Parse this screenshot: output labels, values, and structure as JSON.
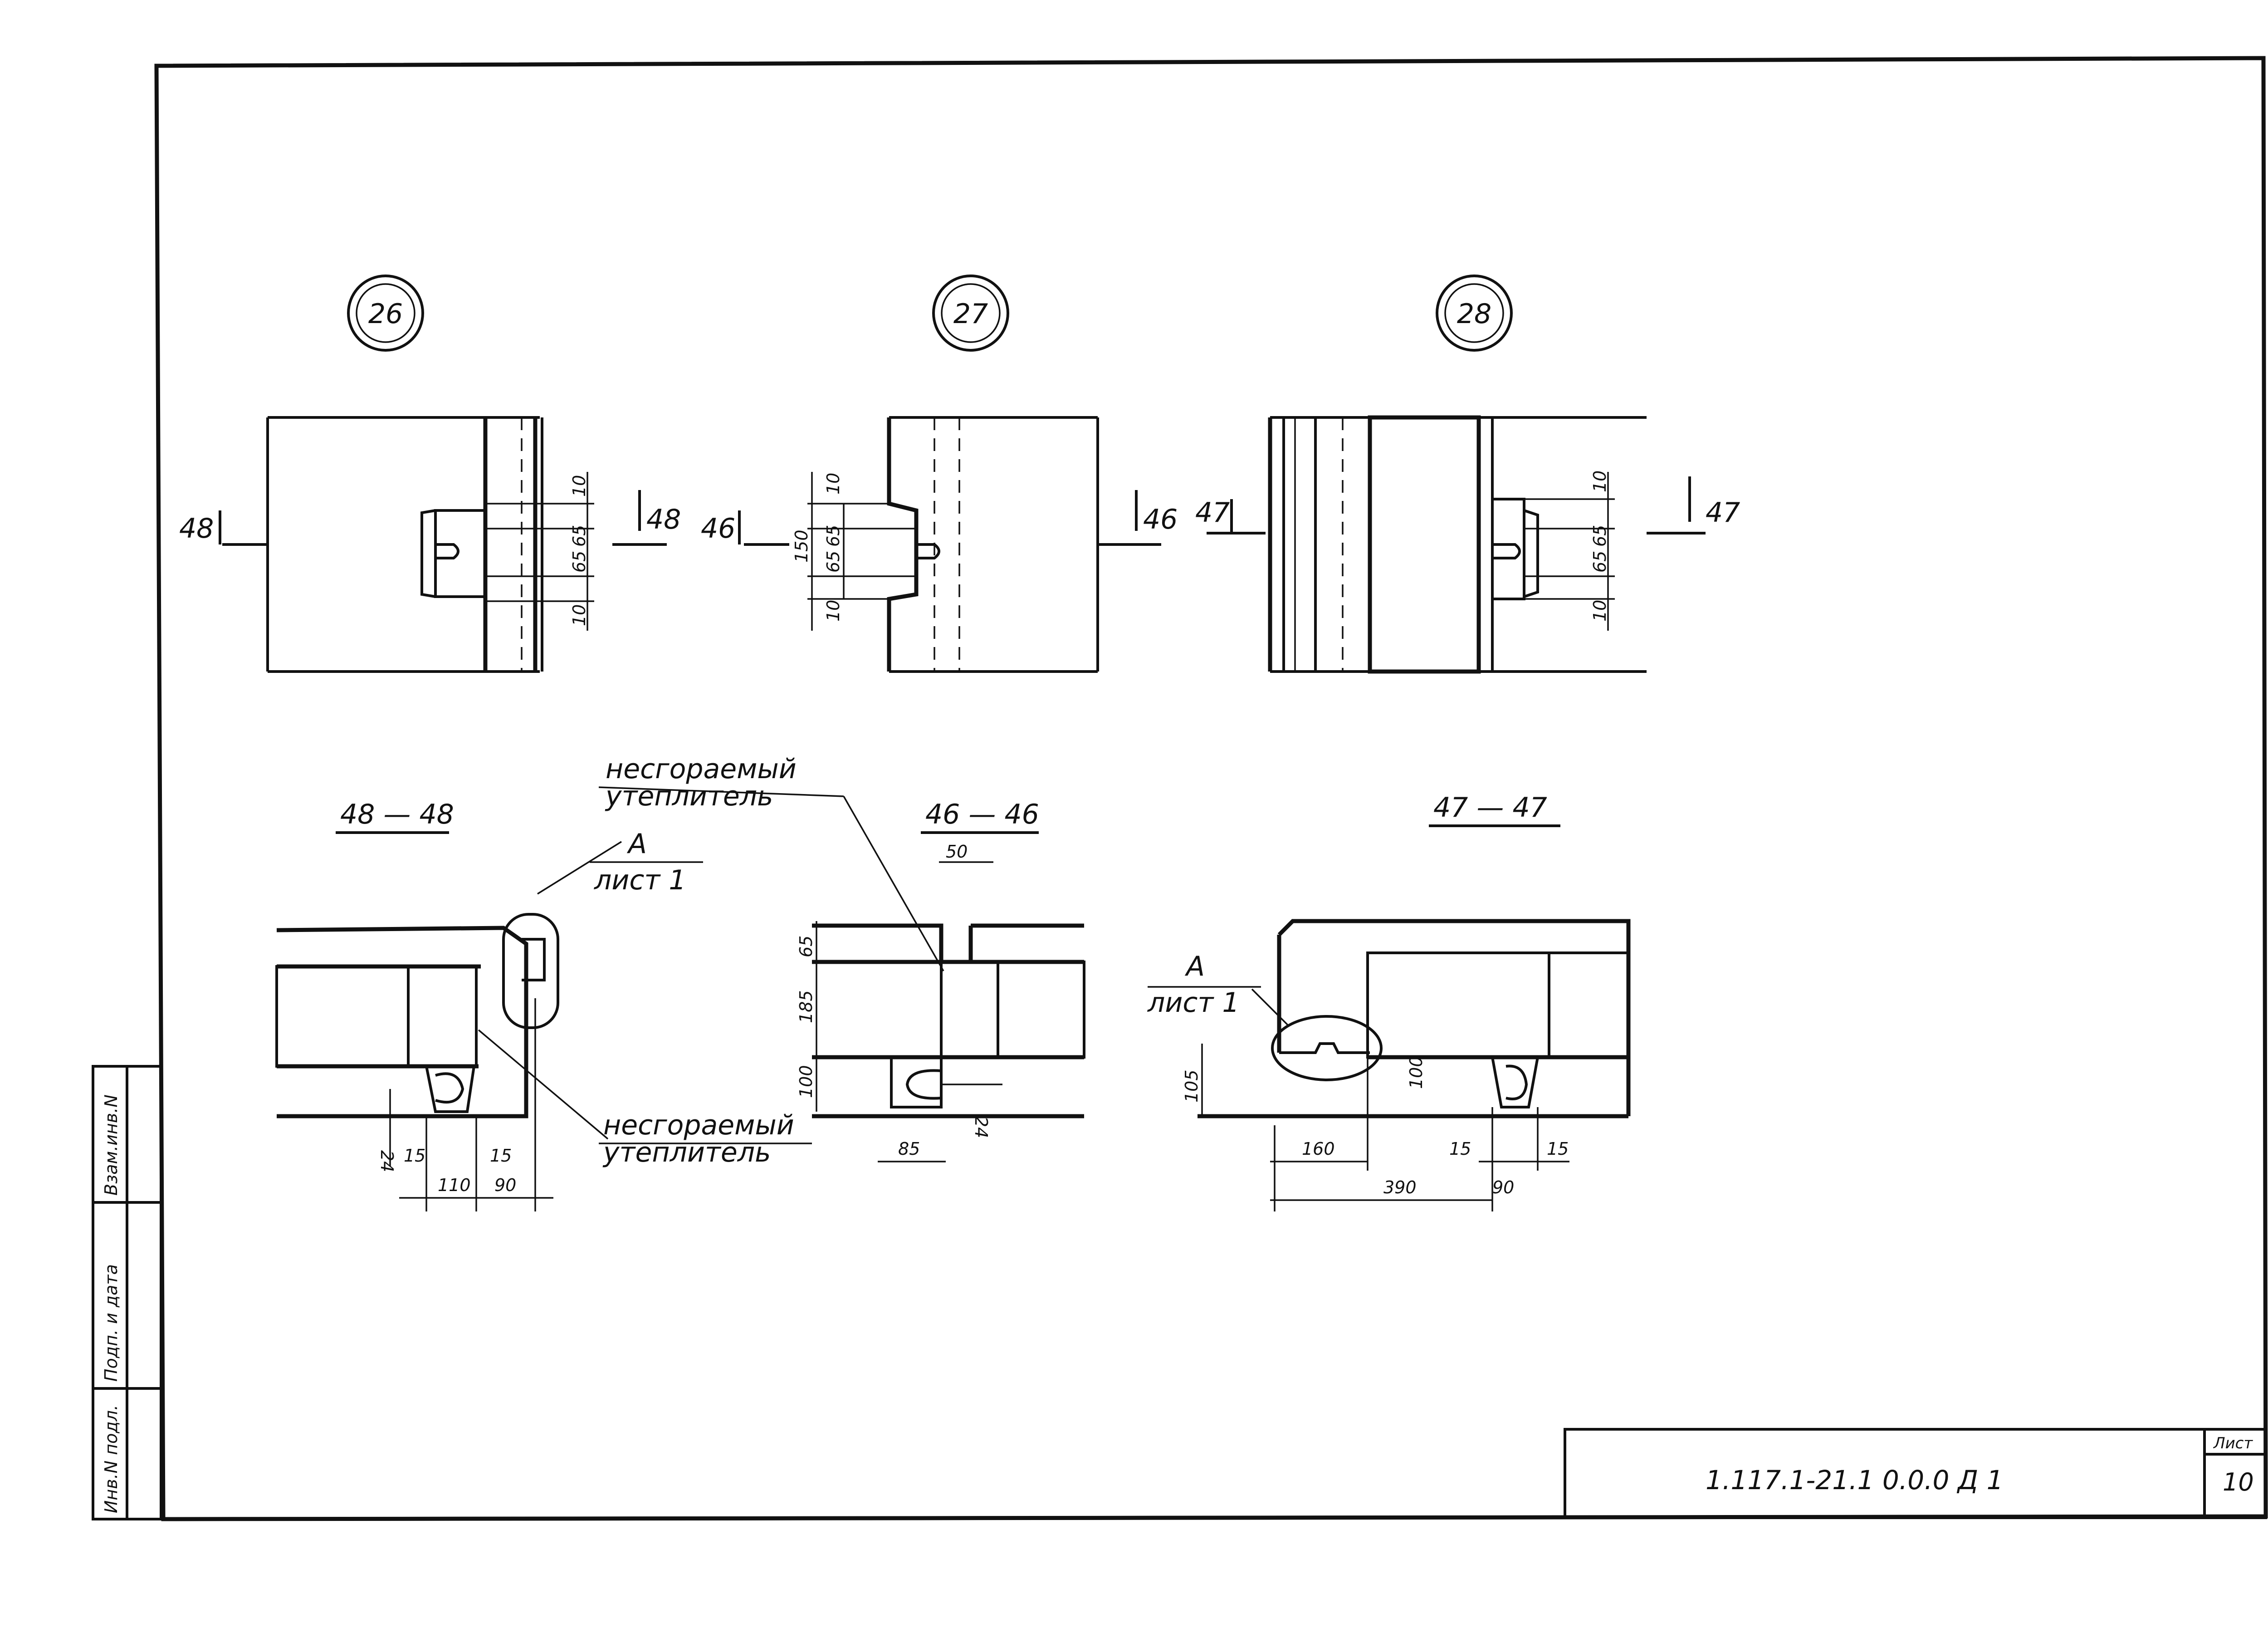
{
  "colors": {
    "ink": "#111111",
    "paper": "#ffffff"
  },
  "nodes": {
    "n26": {
      "number": "26"
    },
    "n27": {
      "number": "27"
    },
    "n28": {
      "number": "28"
    }
  },
  "cut_marks": {
    "c48": "48",
    "c46": "46",
    "c47": "47"
  },
  "sections": {
    "s48": {
      "title": "48 — 48"
    },
    "s46": {
      "title": "46 — 46"
    },
    "s47": {
      "title": "47 — 47"
    }
  },
  "notes": {
    "insulation_top": [
      "несгораемый",
      "утеплитель"
    ],
    "insulation_bottom": [
      "несгораемый",
      "утеплитель"
    ],
    "ref_a_1": [
      "А",
      "лист 1"
    ],
    "ref_a_2": [
      "А",
      "лист 1"
    ]
  },
  "dims": {
    "plan26": [
      "10",
      "65",
      "65",
      "10"
    ],
    "plan27": [
      "10",
      "65",
      "150",
      "65",
      "10"
    ],
    "plan28": [
      "10",
      "65",
      "65",
      "10"
    ],
    "sec48": [
      "24",
      "15",
      "15",
      "110",
      "90"
    ],
    "sec46": [
      "50",
      "65",
      "185",
      "100",
      "85",
      "24"
    ],
    "sec47": [
      "105",
      "100",
      "160",
      "15",
      "15",
      "390",
      "90"
    ]
  },
  "side_stamp": [
    "Инв.N подл.",
    "Подп. и дата",
    "Взам.инв.N"
  ],
  "title_block": {
    "code": "1.117.1-21.1  0.0.0 Д 1",
    "sheet_label": "Лист",
    "sheet_number": "10"
  }
}
